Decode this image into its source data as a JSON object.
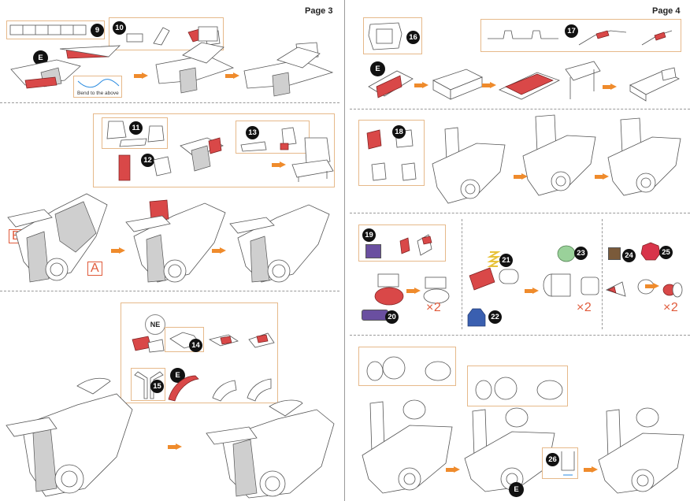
{
  "page_left": {
    "label": "Page 3"
  },
  "page_right": {
    "label": "Page 4"
  },
  "step_numbers": {
    "s9": "9",
    "s10": "10",
    "s11": "11",
    "s12": "12",
    "s13": "13",
    "s14": "14",
    "s15": "15",
    "s16": "16",
    "s17": "17",
    "s18": "18",
    "s19": "19",
    "s20": "20",
    "s21": "21",
    "s22": "22",
    "s23": "23",
    "s24": "24",
    "s25": "25",
    "s26": "26"
  },
  "markers": {
    "e": "E",
    "ne": "NE",
    "part_a": "A",
    "part_b": "B"
  },
  "notes": {
    "bend": "Bend to the above"
  },
  "multipliers": {
    "x2_a": "×2",
    "x2_b": "×2",
    "x2_c": "×2"
  },
  "colors": {
    "arrow": "#ef8b2c",
    "highlight_red": "#d94848",
    "step_box_border": "#e6b98a",
    "multiplier": "#e05a3a",
    "purple": "#6a4fa0",
    "blue": "#3a5fb0",
    "yellow": "#e8c23a",
    "green": "#9ad19a",
    "brown": "#7a5a3a",
    "red_round": "#d8344a"
  }
}
